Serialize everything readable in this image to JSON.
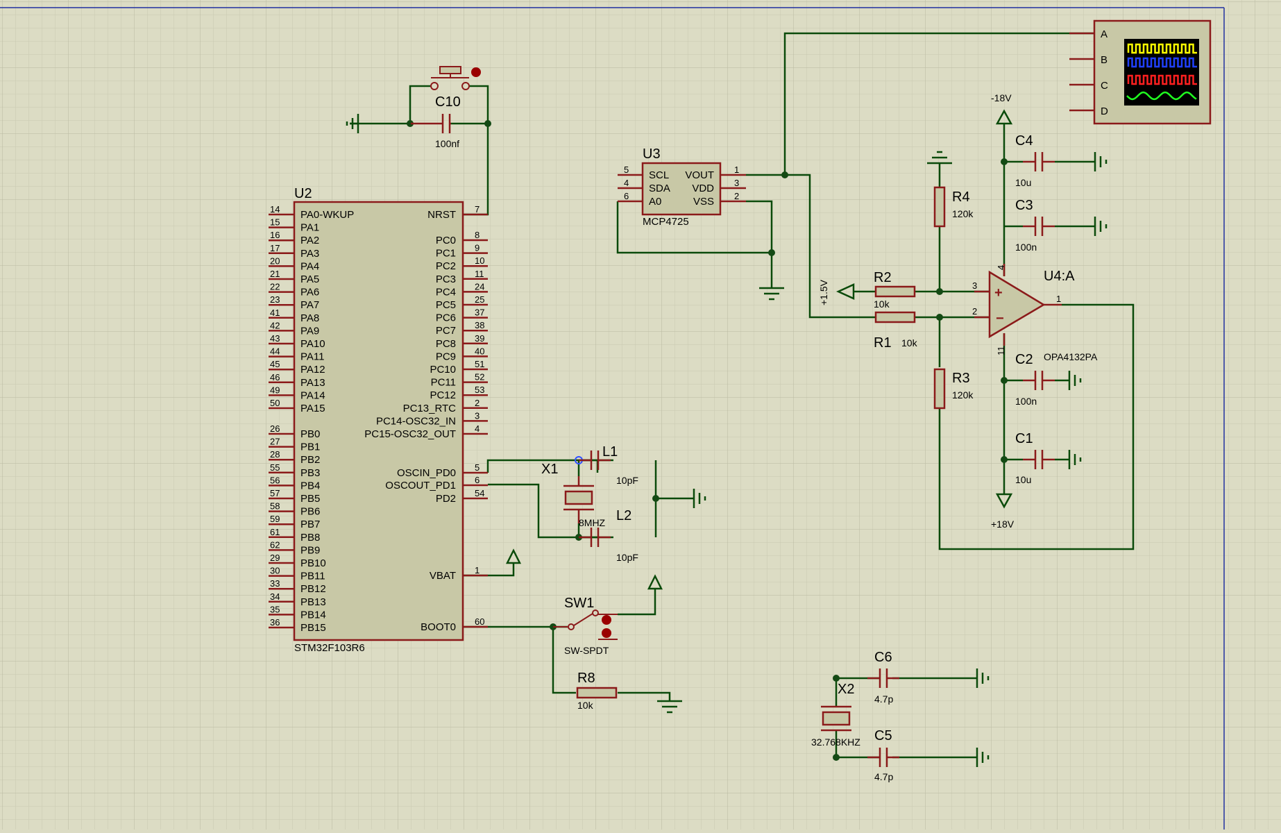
{
  "colors": {
    "background": "#dcdcc4",
    "grid_minor": "#c8c8b0",
    "grid_major": "#b8b8a0",
    "wire": "#004000",
    "component": "#8b1a1a",
    "body_fill": "#c8c8a6",
    "junction": "#104010",
    "sheet_border": "#1a2aa0"
  },
  "u2": {
    "ref": "U2",
    "part": "STM32F103R6",
    "left_pins": [
      {
        "num": "14",
        "name": "PA0-WKUP"
      },
      {
        "num": "15",
        "name": "PA1"
      },
      {
        "num": "16",
        "name": "PA2"
      },
      {
        "num": "17",
        "name": "PA3"
      },
      {
        "num": "20",
        "name": "PA4"
      },
      {
        "num": "21",
        "name": "PA5"
      },
      {
        "num": "22",
        "name": "PA6"
      },
      {
        "num": "23",
        "name": "PA7"
      },
      {
        "num": "41",
        "name": "PA8"
      },
      {
        "num": "42",
        "name": "PA9"
      },
      {
        "num": "43",
        "name": "PA10"
      },
      {
        "num": "44",
        "name": "PA11"
      },
      {
        "num": "45",
        "name": "PA12"
      },
      {
        "num": "46",
        "name": "PA13"
      },
      {
        "num": "49",
        "name": "PA14"
      },
      {
        "num": "50",
        "name": "PA15"
      },
      {
        "num": "26",
        "name": "PB0"
      },
      {
        "num": "27",
        "name": "PB1"
      },
      {
        "num": "28",
        "name": "PB2"
      },
      {
        "num": "55",
        "name": "PB3"
      },
      {
        "num": "56",
        "name": "PB4"
      },
      {
        "num": "57",
        "name": "PB5"
      },
      {
        "num": "58",
        "name": "PB6"
      },
      {
        "num": "59",
        "name": "PB7"
      },
      {
        "num": "61",
        "name": "PB8"
      },
      {
        "num": "62",
        "name": "PB9"
      },
      {
        "num": "29",
        "name": "PB10"
      },
      {
        "num": "30",
        "name": "PB11"
      },
      {
        "num": "33",
        "name": "PB12"
      },
      {
        "num": "34",
        "name": "PB13"
      },
      {
        "num": "35",
        "name": "PB14"
      },
      {
        "num": "36",
        "name": "PB15"
      }
    ],
    "right_pins": [
      {
        "num": "7",
        "name": "NRST"
      },
      {
        "num": "8",
        "name": "PC0"
      },
      {
        "num": "9",
        "name": "PC1"
      },
      {
        "num": "10",
        "name": "PC2"
      },
      {
        "num": "11",
        "name": "PC3"
      },
      {
        "num": "24",
        "name": "PC4"
      },
      {
        "num": "25",
        "name": "PC5"
      },
      {
        "num": "37",
        "name": "PC6"
      },
      {
        "num": "38",
        "name": "PC7"
      },
      {
        "num": "39",
        "name": "PC8"
      },
      {
        "num": "40",
        "name": "PC9"
      },
      {
        "num": "51",
        "name": "PC10"
      },
      {
        "num": "52",
        "name": "PC11"
      },
      {
        "num": "53",
        "name": "PC12"
      },
      {
        "num": "2",
        "name": "PC13_RTC"
      },
      {
        "num": "3",
        "name": "PC14-OSC32_IN"
      },
      {
        "num": "4",
        "name": "PC15-OSC32_OUT"
      },
      {
        "num": "5",
        "name": "OSCIN_PD0"
      },
      {
        "num": "6",
        "name": "OSCOUT_PD1"
      },
      {
        "num": "54",
        "name": "PD2"
      },
      {
        "num": "1",
        "name": "VBAT"
      },
      {
        "num": "60",
        "name": "BOOT0"
      }
    ]
  },
  "u3": {
    "ref": "U3",
    "part": "MCP4725",
    "left_pins": [
      {
        "num": "5",
        "name": "SCL"
      },
      {
        "num": "4",
        "name": "SDA"
      },
      {
        "num": "6",
        "name": "A0"
      }
    ],
    "right_pins": [
      {
        "num": "1",
        "name": "VOUT"
      },
      {
        "num": "3",
        "name": "VDD"
      },
      {
        "num": "2",
        "name": "VSS"
      }
    ]
  },
  "u4": {
    "ref": "U4:A",
    "part": "OPA4132PA",
    "pins": {
      "plus": "3",
      "minus": "2",
      "out": "1",
      "vpos": "4",
      "vneg": "11"
    },
    "plus_sign": "+",
    "minus_sign": "−"
  },
  "passives": {
    "c10": {
      "ref": "C10",
      "value": "100nf"
    },
    "c4": {
      "ref": "C4",
      "value": "10u"
    },
    "c3": {
      "ref": "C3",
      "value": "100n"
    },
    "c2": {
      "ref": "C2",
      "value": "100n"
    },
    "c1": {
      "ref": "C1",
      "value": "10u"
    },
    "c6": {
      "ref": "C6",
      "value": "4.7p"
    },
    "c5": {
      "ref": "C5",
      "value": "4.7p"
    },
    "l1": {
      "ref": "L1",
      "value": "10pF"
    },
    "l2": {
      "ref": "L2",
      "value": "10pF"
    },
    "r1": {
      "ref": "R1",
      "value": "10k"
    },
    "r2": {
      "ref": "R2",
      "value": "10k"
    },
    "r3": {
      "ref": "R3",
      "value": "120k"
    },
    "r4": {
      "ref": "R4",
      "value": "120k"
    },
    "r8": {
      "ref": "R8",
      "value": "10k"
    },
    "x1": {
      "ref": "X1",
      "value": "8MHZ"
    },
    "x2": {
      "ref": "X2",
      "value": "32.768KHZ"
    },
    "sw1": {
      "ref": "SW1",
      "value": "SW-SPDT"
    }
  },
  "supplies": {
    "neg18": "-18V",
    "pos18": "+18V",
    "ref15": "+1.5V"
  },
  "scope": {
    "channels": [
      "A",
      "B",
      "C",
      "D"
    ],
    "trace_colors": [
      "#ffff00",
      "#2040ff",
      "#ff2020",
      "#20ff20"
    ]
  }
}
